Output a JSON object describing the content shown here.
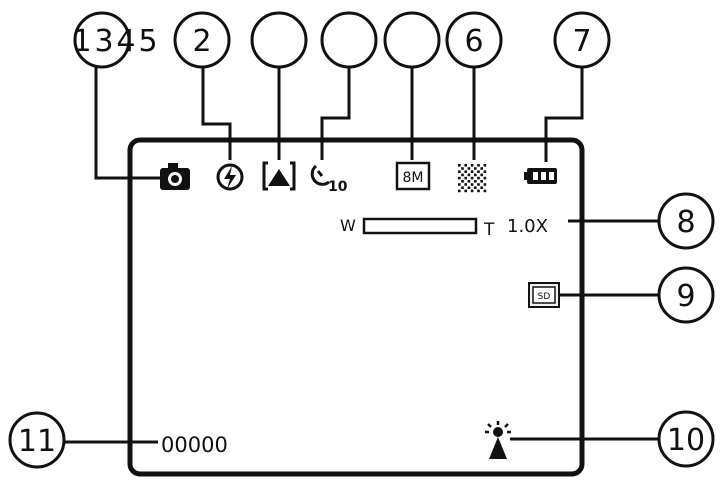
{
  "callouts": {
    "c1": "1",
    "c3": "3",
    "c4": "4",
    "c5": "5",
    "c2": "2",
    "c6": "6",
    "c7": "7",
    "c8": "8",
    "c9": "9",
    "c10": "10",
    "c11": "11"
  },
  "screen": {
    "timer_value": "10",
    "resolution_label": "8M",
    "zoom_wide_label": "W",
    "zoom_tele_label": "T",
    "zoom_value": "1.0X",
    "sd_label": "SD",
    "shot_counter": "00000"
  },
  "icons": {
    "mode": "camera-icon",
    "flash": "flash-icon",
    "scene": "scene-mountain-icon",
    "timer": "self-timer-icon",
    "resolution": "resolution-icon",
    "quality": "quality-icon",
    "battery": "battery-icon",
    "sd": "sd-card-icon",
    "white_balance": "white-balance-sun-icon"
  }
}
